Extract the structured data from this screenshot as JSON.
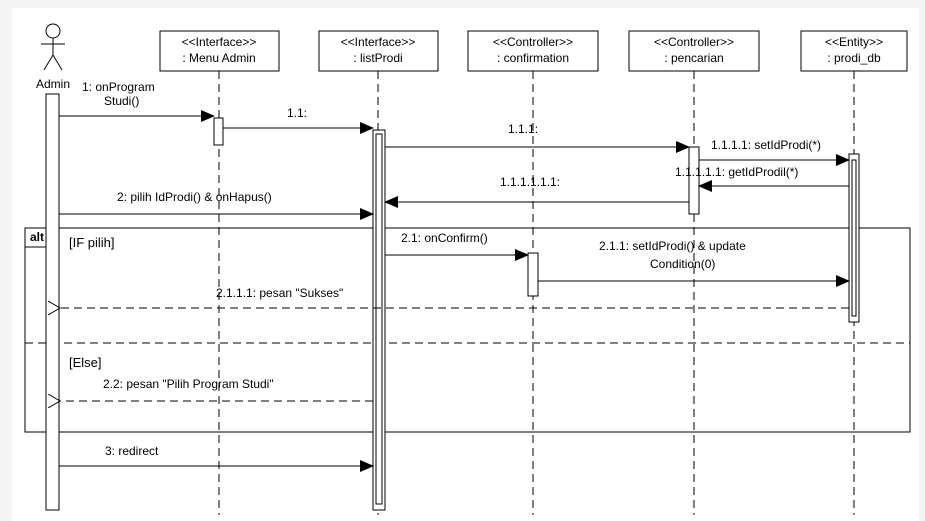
{
  "actor": {
    "name": "Admin"
  },
  "lifelines": [
    {
      "id": "menu_admin",
      "stereotype": "<<Interface>>",
      "name": ": Menu Admin"
    },
    {
      "id": "list_prodi",
      "stereotype": "<<Interface>>",
      "name": ": listProdi"
    },
    {
      "id": "confirmation",
      "stereotype": "<<Controller>>",
      "name": ": confirmation"
    },
    {
      "id": "pencarian",
      "stereotype": "<<Controller>>",
      "name": ": pencarian"
    },
    {
      "id": "prodi_db",
      "stereotype": "<<Entity>>",
      "name": ": prodi_db"
    }
  ],
  "messages": {
    "m1_line1": "1: onProgram",
    "m1_line2": "Studi()",
    "m1_1": "1.1:",
    "m1_1_1": "1.1.1:",
    "m1_1_1_1": "1.1.1.1: setIdProdi(*)",
    "m1_1_1_1_1": "1.1.1.1.1: getIdProdil(*)",
    "m1_return": "1.1.1.1.1.1:",
    "m2": "2: pilih IdProdi() & onHapus()",
    "m2_1": "2.1: onConfirm()",
    "m2_1_1_line1": "2.1.1: setIdProdi() & update",
    "m2_1_1_line2": "Condition(0)",
    "m2_1_1_1": "2.1.1.1: pesan \"Sukses\"",
    "m2_2": "2.2: pesan \"Pilih Program Studi\"",
    "m3": "3: redirect"
  },
  "fragment": {
    "operator": "alt",
    "guard_if": "[IF pilih]",
    "guard_else": "[Else]"
  },
  "colors": {
    "background": "#f3f4f6",
    "diagram_bg": "#ffffff",
    "line": "#000000"
  }
}
